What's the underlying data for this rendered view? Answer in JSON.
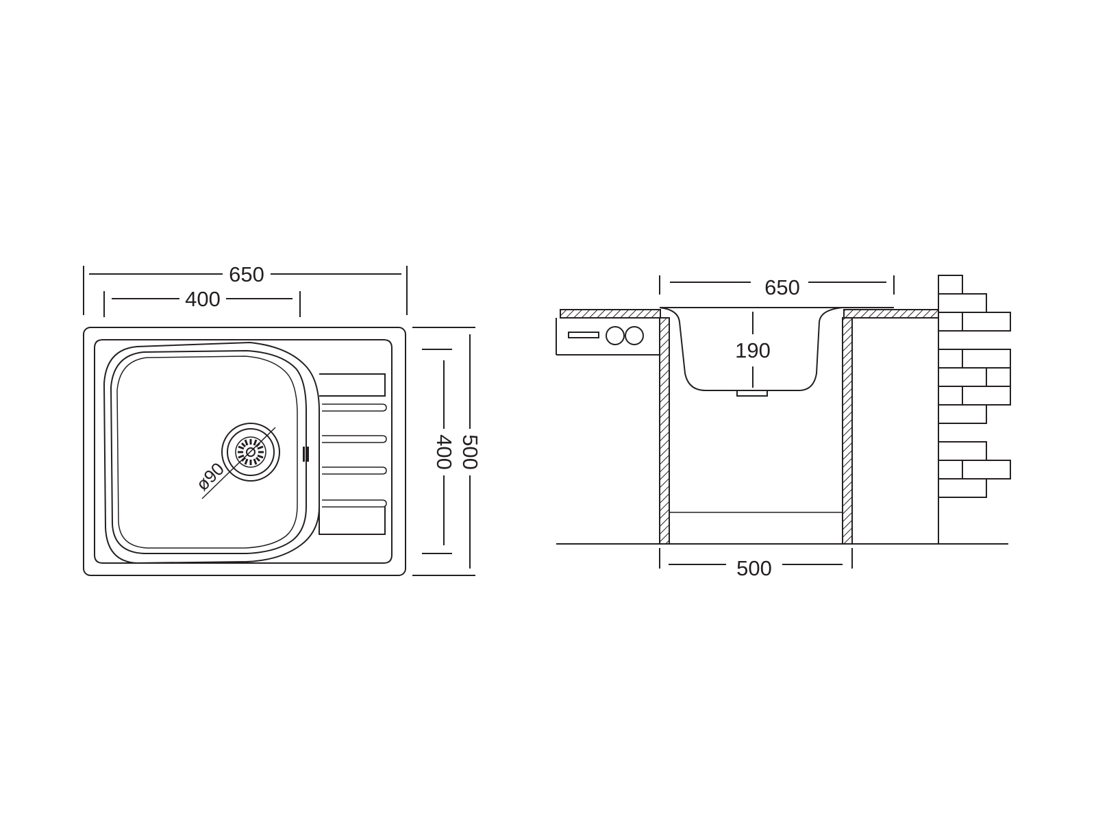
{
  "top_view": {
    "overall_width": "650",
    "bowl_width": "400",
    "overall_depth": "500",
    "bowl_depth": "400",
    "drain_diameter": "ø90"
  },
  "side_view": {
    "overall_width": "650",
    "bowl_height": "190",
    "cabinet_width": "500"
  }
}
